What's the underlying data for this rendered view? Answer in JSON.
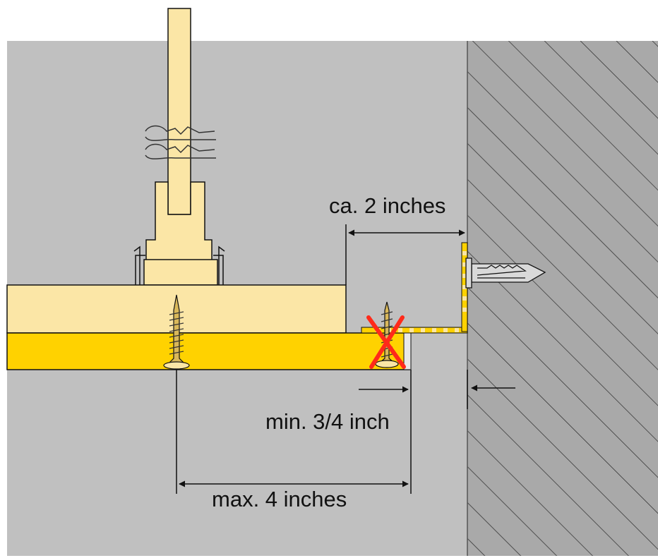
{
  "labels": {
    "gap": "ca. 2 inches",
    "min_edge": "min. 3/4 inch",
    "max_spacing": "max. 4 inches"
  },
  "colors": {
    "background": "#c0c0c0",
    "wall_hatch": "#a9a9a9",
    "wood_light": "#fbe6a6",
    "wood_yellow": "#ffd200",
    "outline": "#111111",
    "cross": "#ff2a1a",
    "dowel": "#d9d9d9"
  },
  "icons": {
    "screw_main": "wood-screw-icon",
    "screw_crossed": "wood-screw-icon",
    "cross": "x-mark-icon",
    "dowel": "wall-plug-icon"
  }
}
